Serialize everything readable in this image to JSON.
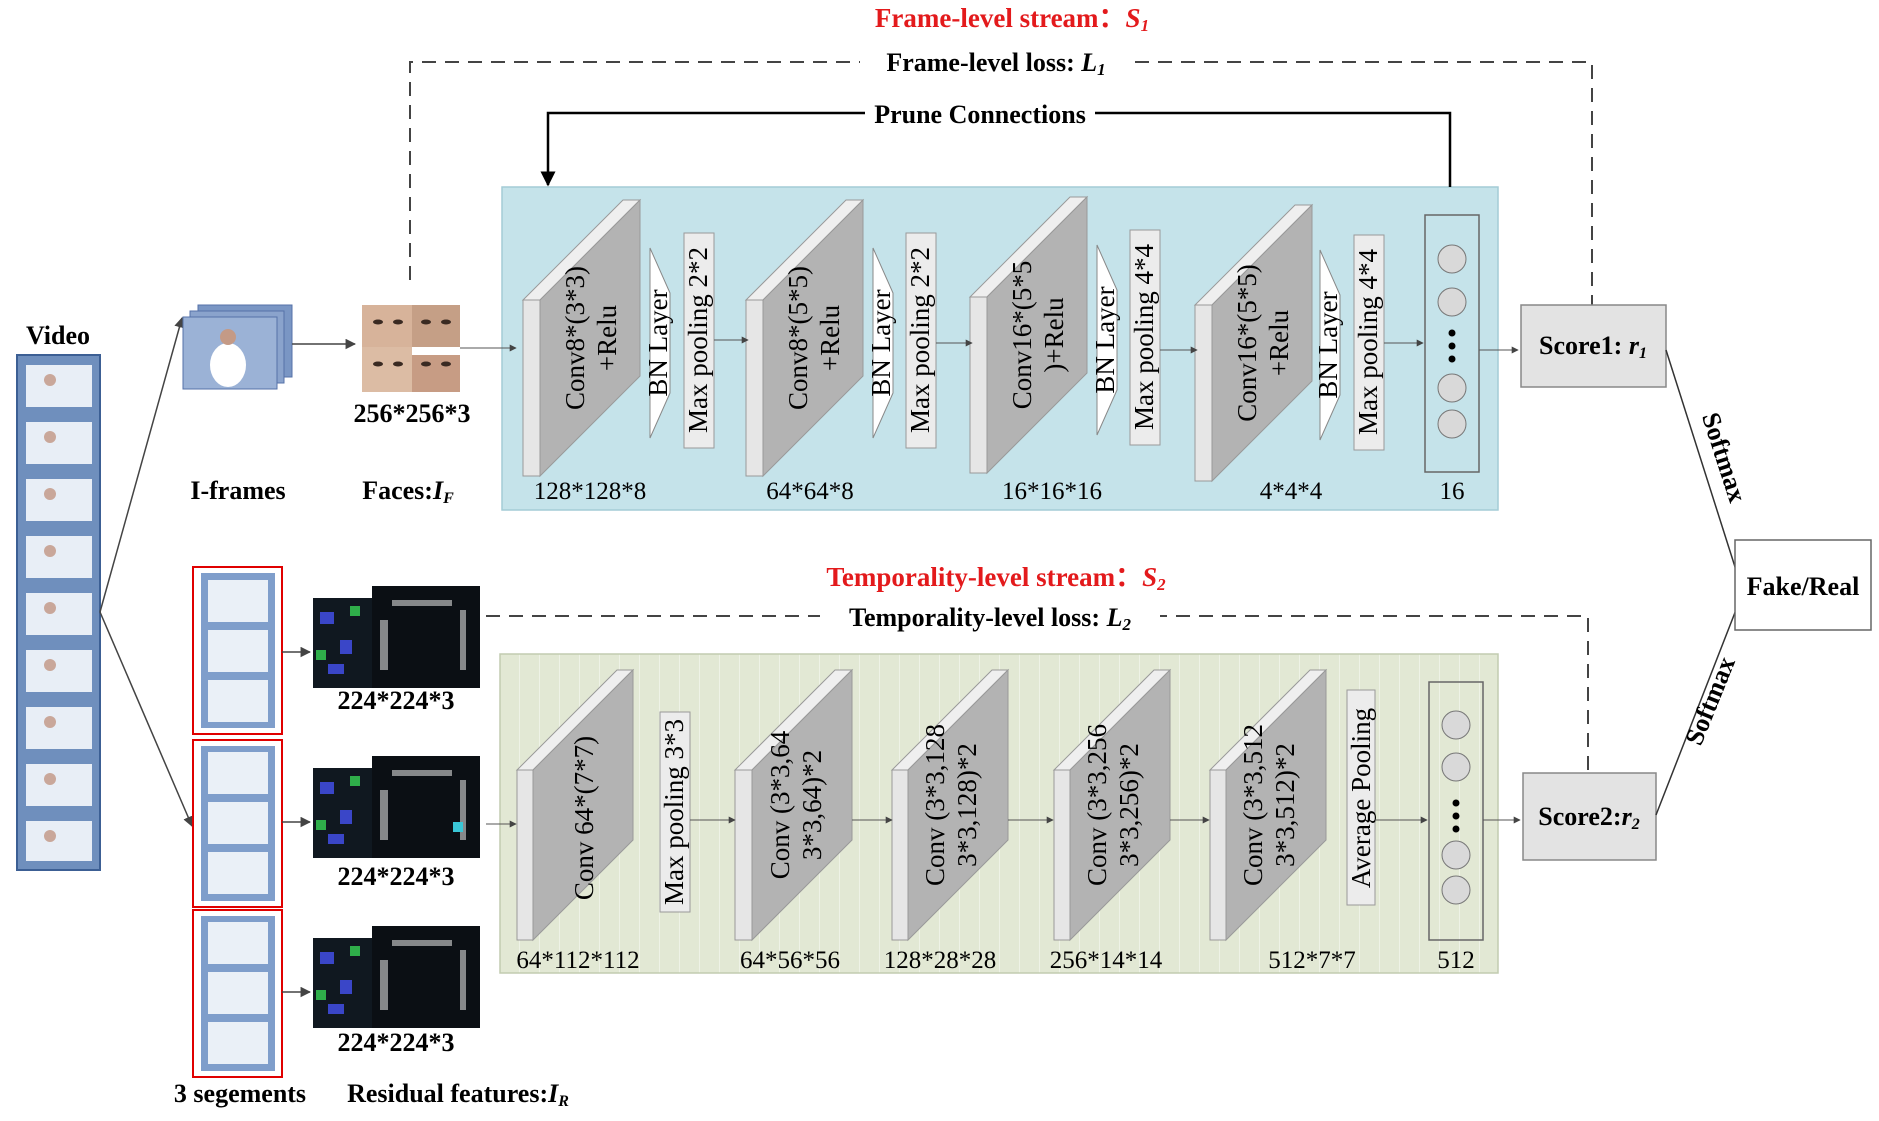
{
  "frame_stream": {
    "title": "Frame-level stream",
    "title_symbol": "S",
    "title_sub": "1",
    "loss": "Frame-level loss: ",
    "loss_symbol": "L",
    "loss_sub": "1",
    "prune": "Prune Connections",
    "blocks": [
      {
        "conv": [
          "Conv8*(3*3)",
          "+Relu"
        ],
        "bn": "BN Layer",
        "pool": "Max pooling 2*2",
        "dim": "128*128*8"
      },
      {
        "conv": [
          "Conv8*(5*5)",
          "+Relu"
        ],
        "bn": "BN Layer",
        "pool": "Max pooling 2*2",
        "dim": "64*64*8"
      },
      {
        "conv": [
          "Conv16*(5*5",
          ")+Relu"
        ],
        "bn": "BN Layer",
        "pool": "Max pooling 4*4",
        "dim": "16*16*16"
      },
      {
        "conv": [
          "Conv16*(5*5)",
          "+Relu"
        ],
        "bn": "BN Layer",
        "pool": "Max pooling 4*4",
        "dim": "4*4*4"
      }
    ],
    "fc_dim": "16",
    "score": "Score1: ",
    "score_symbol": "r",
    "score_sub": "1"
  },
  "temporal_stream": {
    "title": "Temporality-level stream",
    "title_symbol": "S",
    "title_sub": "2",
    "loss": "Temporality-level loss: ",
    "loss_symbol": "L",
    "loss_sub": "2",
    "conv1": [
      "Conv 64*(7*7)"
    ],
    "conv1_dim": "64*112*112",
    "pool": "Max pooling 3*3",
    "blocks": [
      {
        "conv": [
          "Conv (3*3,64",
          "3*3,64)*2"
        ],
        "dim": "64*56*56"
      },
      {
        "conv": [
          "Conv (3*3,128",
          "3*3,128)*2"
        ],
        "dim": "128*28*28"
      },
      {
        "conv": [
          "Conv (3*3,256",
          "3*3,256)*2"
        ],
        "dim": "256*14*14"
      },
      {
        "conv": [
          "Conv (3*3,512",
          "3*3,512)*2"
        ],
        "dim": "512*7*7"
      }
    ],
    "avg_pool": "Average Pooling",
    "fc_dim": "512",
    "score": "Score2:",
    "score_symbol": "r",
    "score_sub": "2"
  },
  "inputs": {
    "video": "Video",
    "iframes": "I-frames",
    "faces_label": "Faces:",
    "faces_symbol": "I",
    "faces_sub": "F",
    "faces_dim": "256*256*3",
    "residual_dims": [
      "224*224*3",
      "224*224*3",
      "224*224*3"
    ],
    "segments": "3 segements",
    "residual_label": "Residual features:",
    "residual_symbol": "I",
    "residual_sub": "R"
  },
  "output": {
    "softmax": "Softmax",
    "result": "Fake/Real"
  },
  "colors": {
    "frame_bg": "#c5e3ea",
    "temporal_bg": "#e2e8d4",
    "block_face": "#b3b3b3",
    "block_side": "#e6e6e6",
    "stream_title": "#e31a1c"
  }
}
